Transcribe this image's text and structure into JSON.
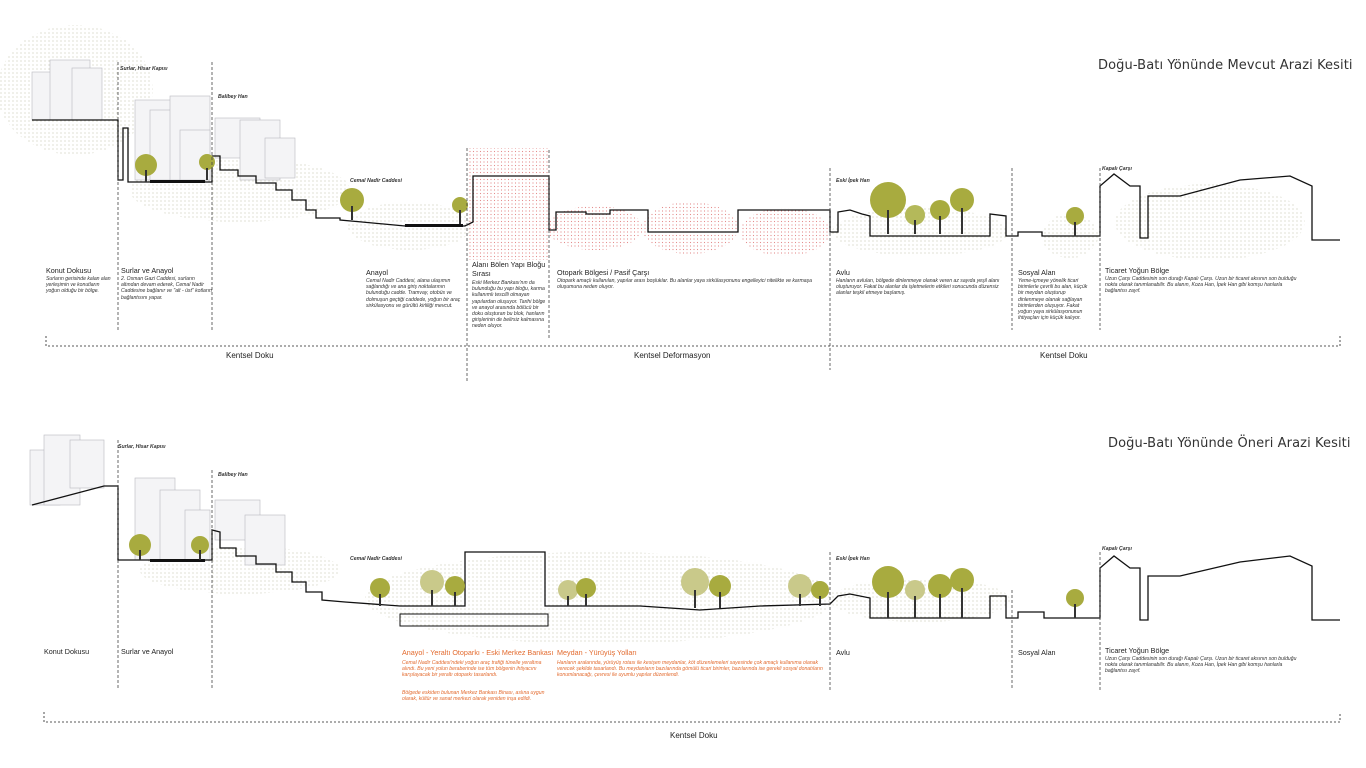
{
  "sections": {
    "existing": {
      "title": "Doğu-Batı Yönünde Mevcut Arazi Kesiti",
      "places": [
        "Surlar, Hisar Kapısı",
        "Balibey Han",
        "Cemal Nadir Caddesi",
        "Eski İpek Han",
        "Kapalı Çarşı"
      ],
      "zones": [
        {
          "title": "Konut Dokusu",
          "text": "Surların gerisinde kalan alan yerleşimin ve konutların yoğun olduğu bir bölge."
        },
        {
          "title": "Surlar ve Anayol",
          "text": "2. Osman Gazi Caddesi, surların altından devam ederek, Cemal Nadir Caddesine bağlanır ve \"alt - üst\" kotların bağlantısını yapar."
        },
        {
          "title": "Anayol",
          "text": "Cemal Nadir Caddesi, alana ulaşımın sağlandığı ve ana giriş noktalarının bulunduğu cadde. Tramvay, otobüs ve dolmuşun geçtiği caddede, yoğun bir araç sirkülasyonu ve gürültü kirliliği mevcut."
        },
        {
          "title": "Alanı Bölen Yapı Bloğu Sırası",
          "text": "Eski Merkez Bankası'nın da bulunduğu bu yapı bloğu, karma kullanımlı tescilli olmayan yapılardan oluşuyor. Tarihi bölge ve anayol arasında bölücü bir doku oluşturan bu blok, hanların girişlerinin de belirsiz kalmasına neden oluyor."
        },
        {
          "title": "Otopark Bölgesi / Pasif Çarşı",
          "text": "Otopark amaçlı kullanılan, yapılar arası boşluklar. Bu alanlar yaya sirkülasyonunu engelleyici nitelikte ve karmaşa oluşumuna neden oluyor."
        },
        {
          "title": "Avlu",
          "text": "Hanların avluları, bölgede dinlenmeye olanak veren az sayıda yeşil alanı oluşturuyor. Fakat bu alanlar da işletmelerin etkileri sonucunda düzensiz alanlar teşkil etmeye başlamış."
        },
        {
          "title": "Sosyal Alan",
          "text": "Yeme-içmeye yönelik ticari birimlerle çevrili bu alan, küçük bir meydan oluşturup dinlenmeye olanak sağlayan birimlerden oluşuyor. Fakat yoğun yaya sirkülasyonunun ihtiyaçları için küçük kalıyor."
        },
        {
          "title": "Ticaret Yoğun Bölge",
          "text": "Uzun Çarşı Caddesinin son durağı Kapalı Çarşı. Uzun bir ticaret aksının son bulduğu nokta olarak tanımlanabilir. Bu alanın, Koza Han, İpek Han gibi komşu hanlarla bağlantısı zayıf."
        }
      ],
      "bands": [
        "Kentsel Doku",
        "Kentsel Deformasyon",
        "Kentsel Doku"
      ]
    },
    "proposed": {
      "title": "Doğu-Batı Yönünde Öneri Arazi Kesiti",
      "places": [
        "Surlar, Hisar Kapısı",
        "Balibey Han",
        "Cemal Nadir Caddesi",
        "Eski İpek Han",
        "Kapalı Çarşı"
      ],
      "zones": [
        {
          "title": "Konut Dokusu",
          "text": ""
        },
        {
          "title": "Surlar ve Anayol",
          "text": ""
        },
        {
          "title": "Anayol - Yeraltı Otoparkı - Eski Merkez Bankası",
          "text": "Cemal Nadir Caddesi'ndeki yoğun araç trafiği tünelle yeraltına alındı. Bu yeni yolun beraberinde ise tüm bölgenin ihtiyacını karşılayacak bir yeraltı otoparkı tasarlandı.",
          "text2": "Bölgede eskiden bulunan Merkez Bankası Binası, aslına uygun olarak, kültür ve sanat merkezi olarak yeniden inşa edildi."
        },
        {
          "title": "Meydan - Yürüyüş Yolları",
          "text": "Hanların aralarında, yürüyüş rotası ile kesişen meydanlar, köt düzenlemeleri sayesinde çok amaçlı kullanıma olanak verecek şekilde tasarlandı. Bu meydanların bazılarında gömülü ticari birimler, bazılarında ise gerekli sosyal donatıların konumlanacağı, çevresi ile uyumlu yapılar düzenlendi."
        },
        {
          "title": "Avlu",
          "text": ""
        },
        {
          "title": "Sosyal Alan",
          "text": ""
        },
        {
          "title": "Ticaret Yoğun Bölge",
          "text": "Uzun Çarşı Caddesinin son durağı Kapalı Çarşı. Uzun bir ticaret aksının son bulduğu nokta olarak tanımlanabilir. Bu alanın, Koza Han, İpek Han gibi komşu hanlarla bağlantısı zayıf."
        }
      ],
      "bands": [
        "Kentsel Doku"
      ]
    }
  },
  "colors": {
    "tree": "#a8ab3f",
    "treeLight": "#c9c98a",
    "deform": "#e89a9a",
    "accent": "#e36b2f",
    "line": "#111111"
  }
}
